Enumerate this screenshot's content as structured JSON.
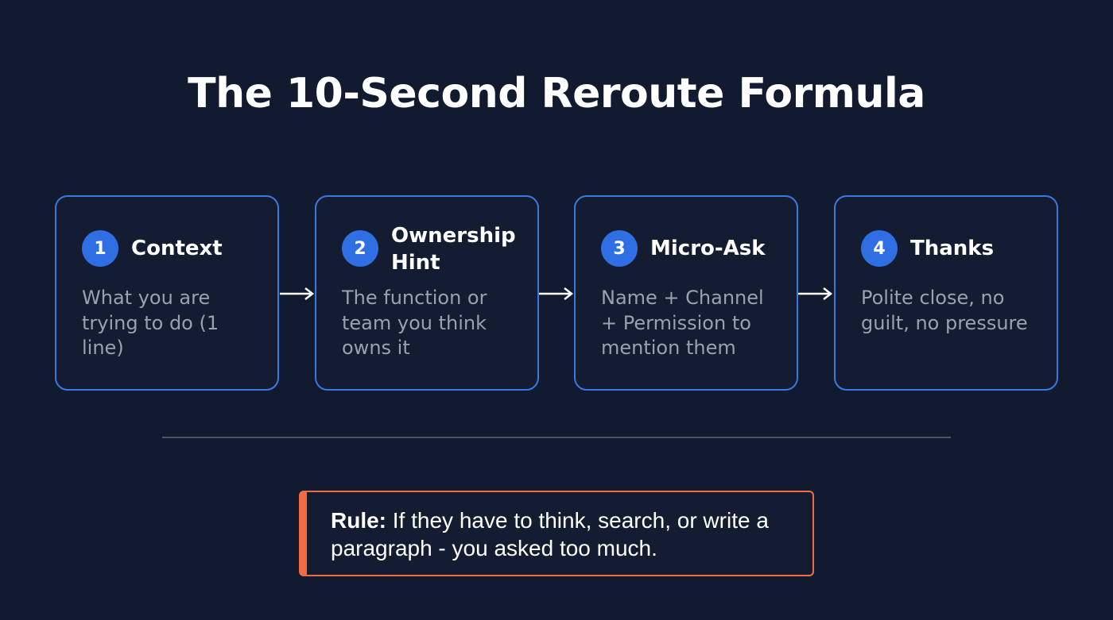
{
  "title": "The 10-Second Reroute Formula",
  "colors": {
    "background": "#111a2e",
    "card_border": "#3a7ae0",
    "badge": "#2f6fe3",
    "rule_accent": "#f26b45",
    "divider": "#4a5568"
  },
  "steps": [
    {
      "number": "1",
      "title": "Context",
      "description": "What you are trying to do (1 line)"
    },
    {
      "number": "2",
      "title": "Ownership Hint",
      "description": "The function or team you think owns it"
    },
    {
      "number": "3",
      "title": "Micro-Ask",
      "description": "Name + Channel + Permission to mention them"
    },
    {
      "number": "4",
      "title": "Thanks",
      "description": "Polite close, no guilt, no pressure"
    }
  ],
  "arrows": [
    "right-arrow-icon",
    "right-arrow-icon",
    "right-arrow-icon"
  ],
  "rule": {
    "label": "Rule:",
    "text": " If they have to think, search, or write a paragraph - you asked too much."
  }
}
